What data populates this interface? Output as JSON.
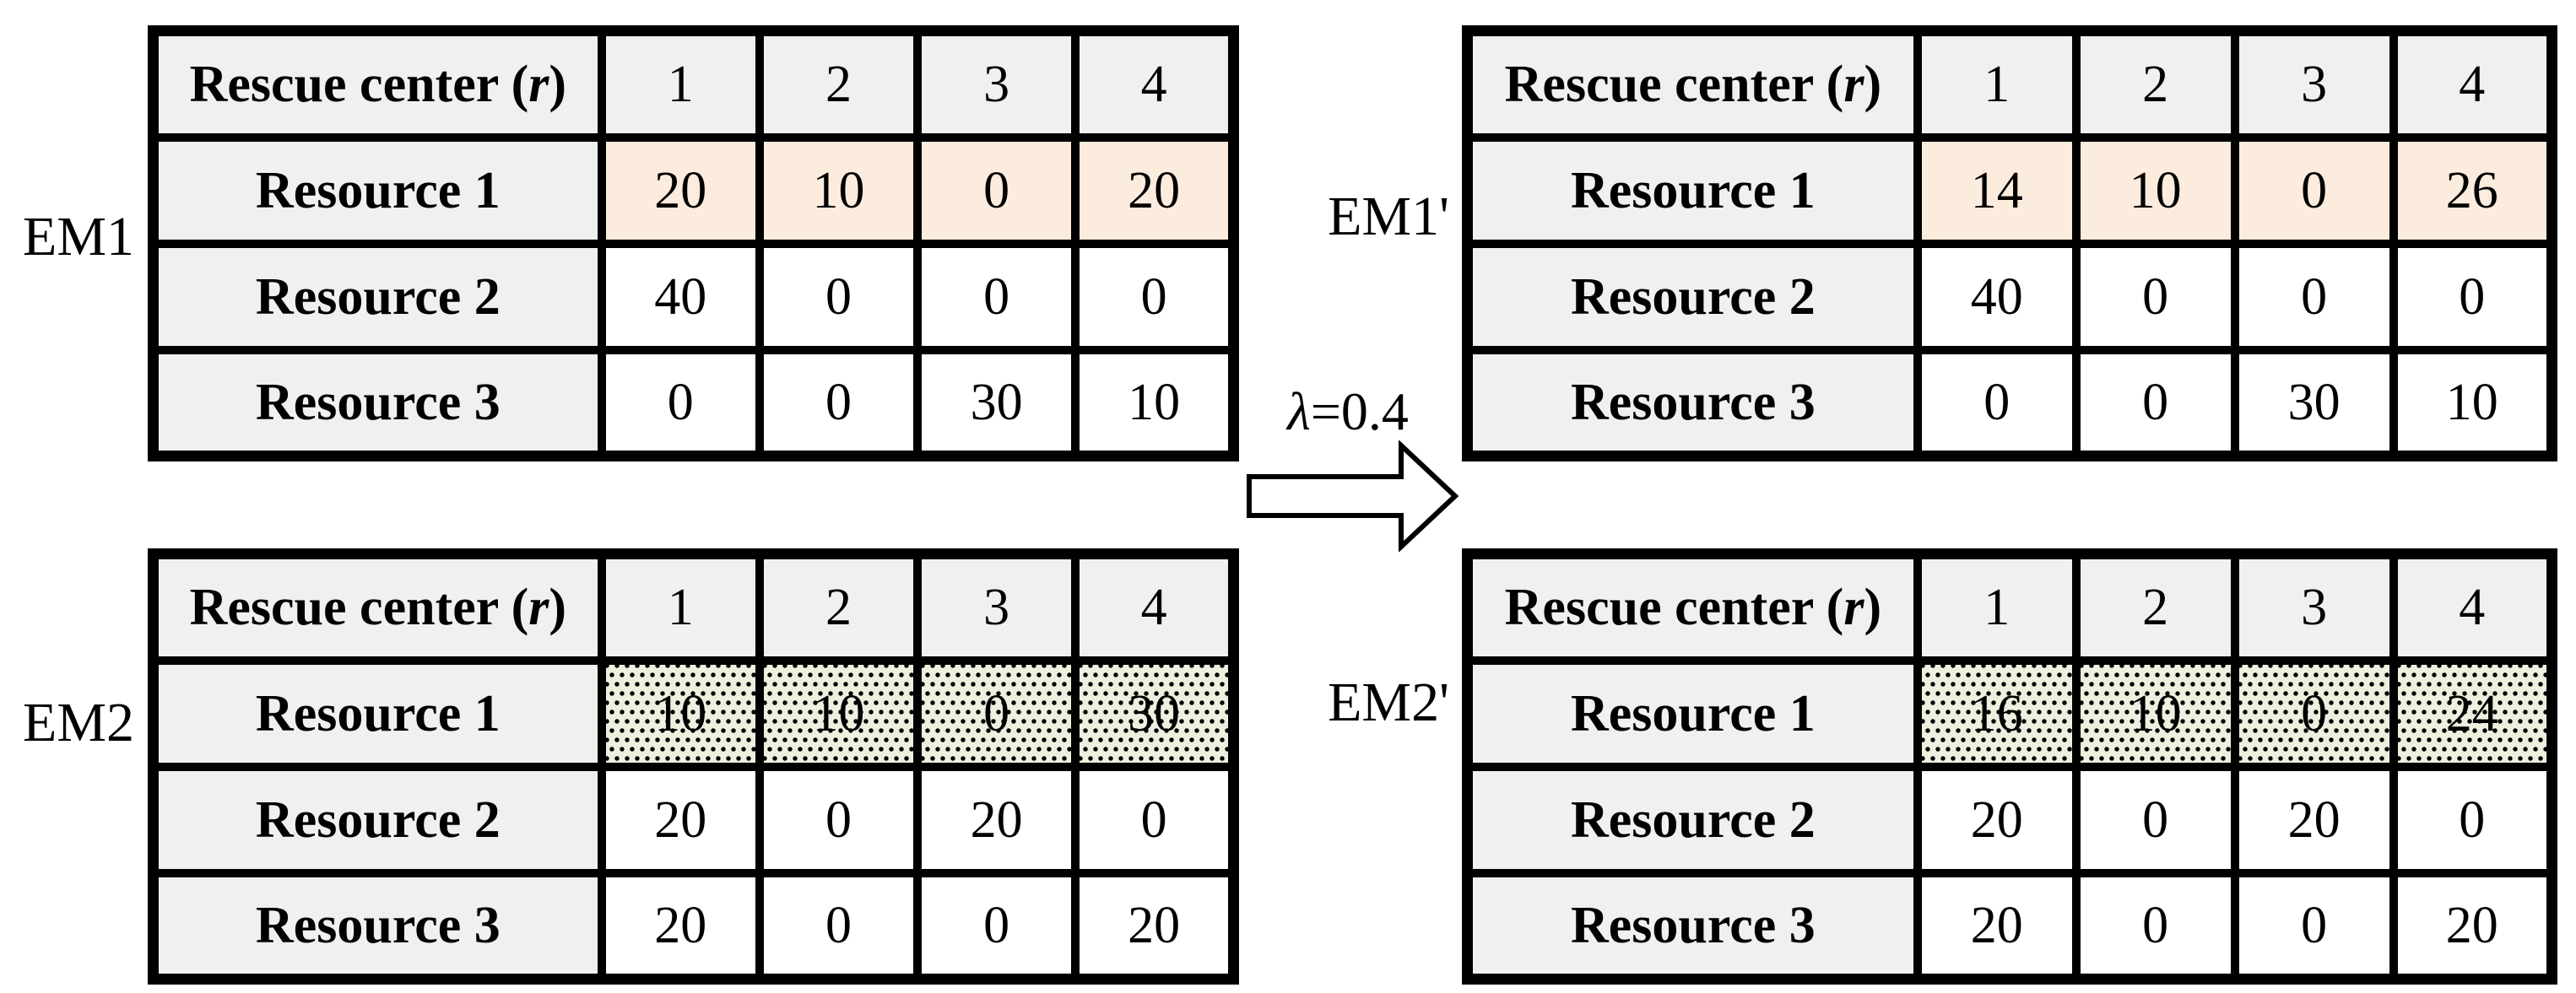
{
  "figure": {
    "lambda_symbol": "λ",
    "lambda_value": "=0.4"
  },
  "colors": {
    "header_bg": "#f0f0ee",
    "peach_bg": "#fcecde",
    "dotted_bg": "#eef0df",
    "border": "#000000"
  },
  "tables": [
    {
      "side_label": "EM1",
      "header": {
        "prefix": "Rescue center (",
        "variable": "r",
        "suffix": ")"
      },
      "columns": [
        "1",
        "2",
        "3",
        "4"
      ],
      "rows": [
        {
          "label": "Resource 1",
          "highlight": "peach",
          "values": [
            "20",
            "10",
            "0",
            "20"
          ]
        },
        {
          "label": "Resource 2",
          "highlight": "none",
          "values": [
            "40",
            "0",
            "0",
            "0"
          ]
        },
        {
          "label": "Resource 3",
          "highlight": "none",
          "values": [
            "0",
            "0",
            "30",
            "10"
          ]
        }
      ]
    },
    {
      "side_label": "EM1'",
      "header": {
        "prefix": "Rescue center (",
        "variable": "r",
        "suffix": ")"
      },
      "columns": [
        "1",
        "2",
        "3",
        "4"
      ],
      "rows": [
        {
          "label": "Resource 1",
          "highlight": "peach",
          "values": [
            "14",
            "10",
            "0",
            "26"
          ]
        },
        {
          "label": "Resource 2",
          "highlight": "none",
          "values": [
            "40",
            "0",
            "0",
            "0"
          ]
        },
        {
          "label": "Resource 3",
          "highlight": "none",
          "values": [
            "0",
            "0",
            "30",
            "10"
          ]
        }
      ]
    },
    {
      "side_label": "EM2",
      "header": {
        "prefix": "Rescue center (",
        "variable": "r",
        "suffix": ")"
      },
      "columns": [
        "1",
        "2",
        "3",
        "4"
      ],
      "rows": [
        {
          "label": "Resource 1",
          "highlight": "dotted",
          "values": [
            "10",
            "10",
            "0",
            "30"
          ]
        },
        {
          "label": "Resource 2",
          "highlight": "none",
          "values": [
            "20",
            "0",
            "20",
            "0"
          ]
        },
        {
          "label": "Resource 3",
          "highlight": "none",
          "values": [
            "20",
            "0",
            "0",
            "20"
          ]
        }
      ]
    },
    {
      "side_label": "EM2'",
      "header": {
        "prefix": "Rescue center (",
        "variable": "r",
        "suffix": ")"
      },
      "columns": [
        "1",
        "2",
        "3",
        "4"
      ],
      "rows": [
        {
          "label": "Resource 1",
          "highlight": "dotted",
          "values": [
            "16",
            "10",
            "0",
            "24"
          ]
        },
        {
          "label": "Resource 2",
          "highlight": "none",
          "values": [
            "20",
            "0",
            "20",
            "0"
          ]
        },
        {
          "label": "Resource 3",
          "highlight": "none",
          "values": [
            "20",
            "0",
            "0",
            "20"
          ]
        }
      ]
    }
  ]
}
